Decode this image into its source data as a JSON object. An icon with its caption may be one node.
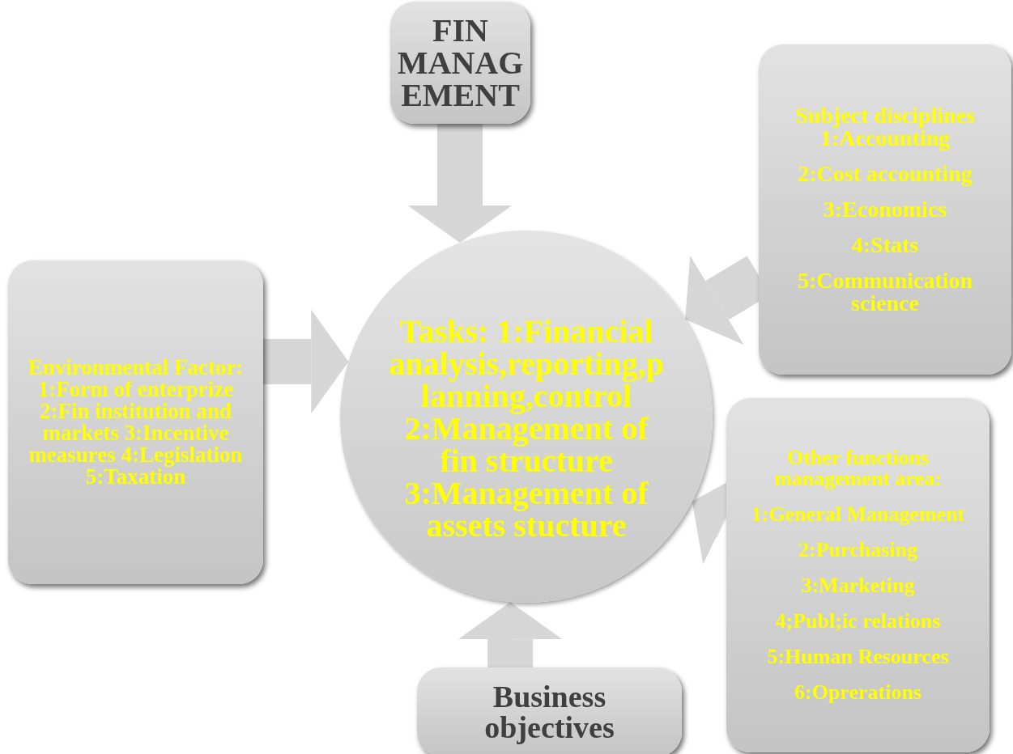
{
  "diagram": {
    "nodes": [
      {
        "text": [
          "FIN MANAGEMENT"
        ]
      },
      {
        "text": [
          "Subject disciplines 1:Accounting",
          "2:Cost accounting",
          "3:Economics",
          "4:Stats",
          "5:Communication science"
        ]
      },
      {
        "text": [
          "Environmental Factor: 1:Form of enterprize 2:Fin institution and markets 3:Incentive measures 4:Legislation 5:Taxation"
        ]
      },
      {
        "text": [
          "Tasks: 1:Financial analysis,reporting,planning,control 2:Management of fin structure 3:Management of assets stucture"
        ]
      },
      {
        "text": [
          "Other functions management area:",
          "1:General Management",
          "2:Purchasing",
          "3:Marketing",
          "4;Publ;ic relations",
          "5:Human Resources",
          "6:Oprerations"
        ]
      },
      {
        "text": [
          "Business objectives"
        ]
      }
    ],
    "edges": [
      {
        "from": 0,
        "to": 3,
        "arrow": "to"
      },
      {
        "from": 1,
        "to": 3,
        "arrow": "to"
      },
      {
        "from": 2,
        "to": 3,
        "arrow": "to"
      },
      {
        "from": 4,
        "to": 3,
        "arrow": "to"
      },
      {
        "from": 5,
        "to": 3,
        "arrow": "to"
      }
    ]
  }
}
